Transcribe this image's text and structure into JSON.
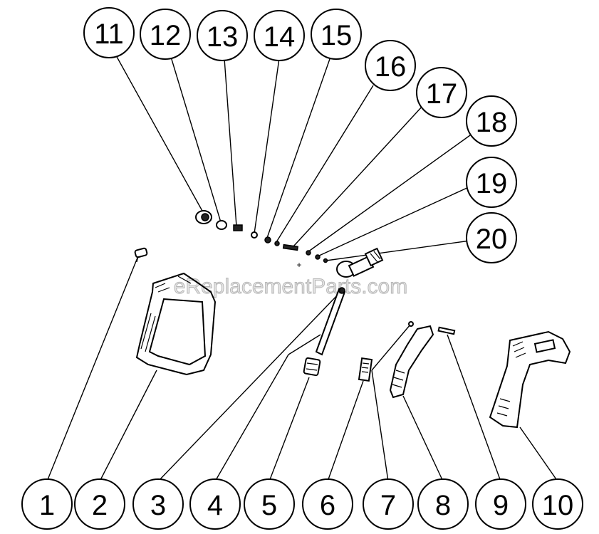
{
  "watermark": "eReplacementParts.com",
  "callouts": [
    {
      "label": "1"
    },
    {
      "label": "2"
    },
    {
      "label": "3"
    },
    {
      "label": "4"
    },
    {
      "label": "5"
    },
    {
      "label": "6"
    },
    {
      "label": "7"
    },
    {
      "label": "8"
    },
    {
      "label": "9"
    },
    {
      "label": "10"
    },
    {
      "label": "11"
    },
    {
      "label": "12"
    },
    {
      "label": "13"
    },
    {
      "label": "14"
    },
    {
      "label": "15"
    },
    {
      "label": "16"
    },
    {
      "label": "17"
    },
    {
      "label": "18"
    },
    {
      "label": "19"
    },
    {
      "label": "20"
    }
  ]
}
